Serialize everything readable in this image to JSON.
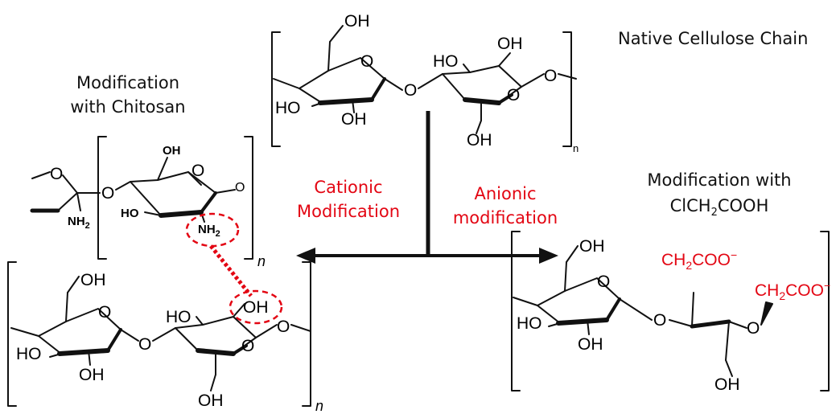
{
  "captions": {
    "native": "Native Cellulose Chain",
    "chitosan_line1": "Modification",
    "chitosan_line2": "with Chitosan",
    "anionic_reagent_line1": "Modification with",
    "anionic_reagent_line2_prefix": "ClCH",
    "anionic_reagent_line2_sub": "2",
    "anionic_reagent_line2_suffix": "COOH",
    "cationic_line1": "Cationic",
    "cationic_line2": "Modification",
    "anionic_line1": "Anionic",
    "anionic_line2": "modification"
  },
  "labels": {
    "oh": "OH",
    "ho": "HO",
    "o": "O",
    "n": "n",
    "nh": "NH",
    "two": "2",
    "ch2coo_prefix": "CH",
    "ch2coo_suffix": "COO",
    "minus": "−"
  },
  "colors": {
    "text": "#111111",
    "highlight": "#e30613",
    "bond": "#111111"
  }
}
